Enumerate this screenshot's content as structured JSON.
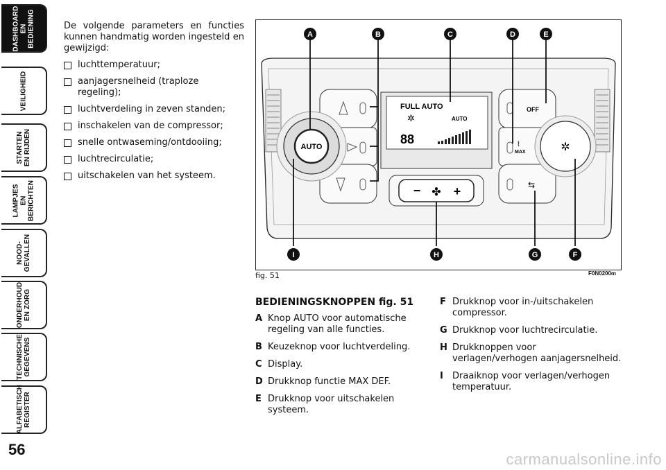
{
  "sidebar": {
    "tabs": [
      {
        "label": "DASHBOARD\nEN BEDIENING",
        "active": true
      },
      {
        "label": "VEILIGHEID",
        "active": false
      },
      {
        "label": "STARTEN\nEN RIJDEN",
        "active": false
      },
      {
        "label": "LAMPJES EN\nBERICHTEN",
        "active": false
      },
      {
        "label": "NOOD-\nGEVALLEN",
        "active": false
      },
      {
        "label": "ONDERHOUD\nEN ZORG",
        "active": false
      },
      {
        "label": "TECHNISCHE\nGEGEVENS",
        "active": false
      },
      {
        "label": "ALFABETISCH\nREGISTER",
        "active": false
      }
    ],
    "page_number": "56"
  },
  "intro": {
    "text": "De volgende parameters en functies kunnen handmatig worden ingesteld en gewijzigd:",
    "items": [
      "luchttemperatuur;",
      "aanjagersnelheid (traploze regeling);",
      "luchtverdeling in zeven standen;",
      "inschakelen van de compressor;",
      "snelle ontwaseming/ontdooiing;",
      "luchtrecirculatie;",
      "uitschakelen van het systeem."
    ]
  },
  "figure": {
    "caption": "fig. 51",
    "code": "F0N0200m",
    "callouts_top": [
      "A",
      "B",
      "C",
      "D",
      "E"
    ],
    "callouts_bottom": [
      "I",
      "H",
      "G",
      "F"
    ],
    "display_text": "FULL AUTO",
    "display_auto": "AUTO",
    "display_digits": "88",
    "knob_label": "AUTO",
    "off_label": "OFF",
    "max_label": "MAX",
    "fan_minus": "−",
    "fan_plus": "+"
  },
  "legend": {
    "title": "BEDIENINGSKNOPPEN fig. 51",
    "left": [
      {
        "key": "A",
        "text": "Knop AUTO voor automatische regeling van alle functies."
      },
      {
        "key": "B",
        "text": "Keuzeknop voor luchtverdeling."
      },
      {
        "key": "C",
        "text": "Display."
      },
      {
        "key": "D",
        "text": "Drukknop functie MAX DEF."
      },
      {
        "key": "E",
        "text": "Drukknop voor uitschakelen systeem."
      }
    ],
    "right": [
      {
        "key": "F",
        "text": "Drukknop voor in-/uitschakelen compressor."
      },
      {
        "key": "G",
        "text": "Drukknop voor luchtrecirculatie."
      },
      {
        "key": "H",
        "text": "Drukknoppen voor verlagen/verhogen aanjagersnelheid."
      },
      {
        "key": "I",
        "text": "Draaiknop voor verlagen/verhogen temperatuur."
      }
    ]
  },
  "watermark": "carmanualsonline.info"
}
